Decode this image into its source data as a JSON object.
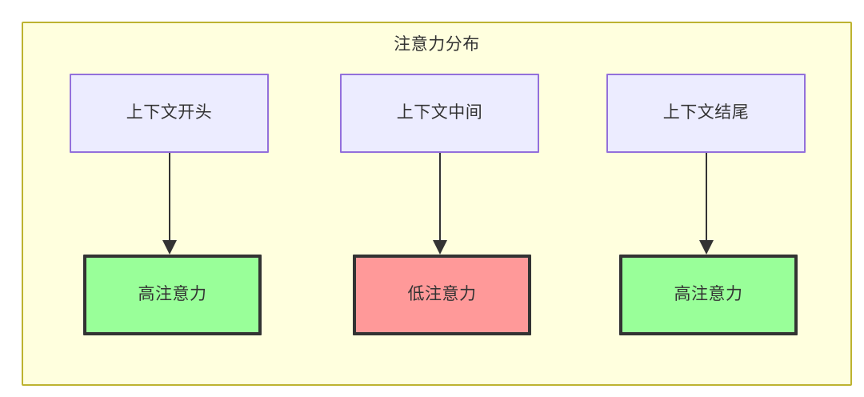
{
  "diagram": {
    "title": "注意力分布",
    "container": {
      "fill": "#ffffde",
      "stroke": "#bdb330"
    },
    "context_nodes": [
      {
        "id": "ctx-start",
        "label": "上下文开头",
        "fill": "#ececff",
        "stroke": "#9370db"
      },
      {
        "id": "ctx-middle",
        "label": "上下文中间",
        "fill": "#ececff",
        "stroke": "#9370db"
      },
      {
        "id": "ctx-end",
        "label": "上下文结尾",
        "fill": "#ececff",
        "stroke": "#9370db"
      }
    ],
    "attention_nodes": [
      {
        "id": "attn-high-start",
        "label": "高注意力",
        "fill": "#99ff99",
        "stroke": "#333333"
      },
      {
        "id": "attn-low-middle",
        "label": "低注意力",
        "fill": "#ff9999",
        "stroke": "#333333"
      },
      {
        "id": "attn-high-end",
        "label": "高注意力",
        "fill": "#99ff99",
        "stroke": "#333333"
      }
    ],
    "edges": [
      {
        "from": "ctx-start",
        "to": "attn-high-start",
        "label": ""
      },
      {
        "from": "ctx-middle",
        "to": "attn-low-middle",
        "label": ""
      },
      {
        "from": "ctx-end",
        "to": "attn-high-end",
        "label": ""
      }
    ]
  }
}
